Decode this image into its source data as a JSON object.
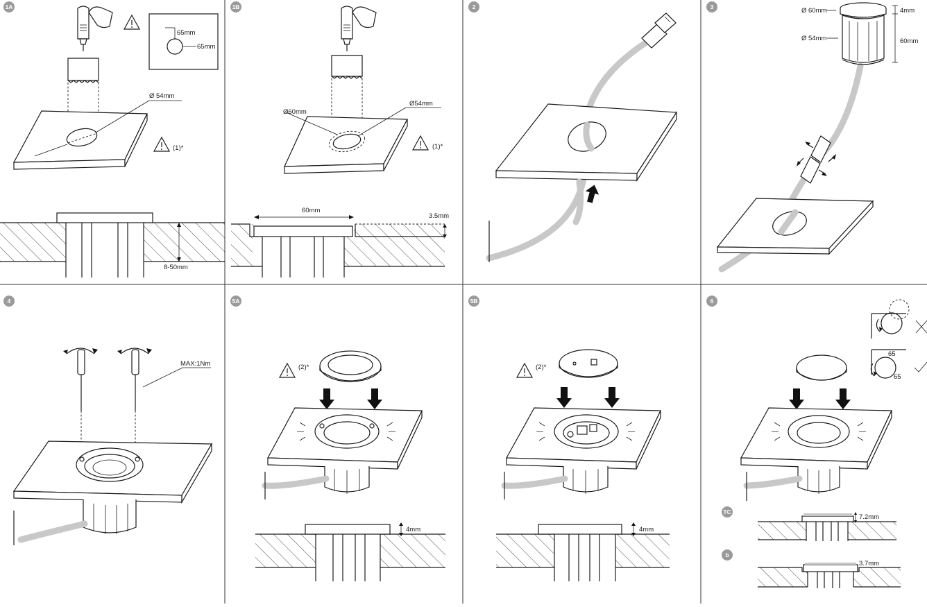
{
  "steps": {
    "s1a": "1A",
    "s1b": "1B",
    "s2": "2",
    "s3": "3",
    "s4": "4",
    "s5a": "5A",
    "s5b": "5B",
    "s6": "6",
    "sub_a": "TC",
    "sub_b": "b"
  },
  "labels": {
    "p1a_box_v": "65mm",
    "p1a_box_h": "65mm",
    "p1a_dia": "Ø 54mm",
    "p1a_warn": "(1)*",
    "p1a_depth": "8-50mm",
    "p1b_dia60": "Ø60mm",
    "p1b_dia54": "Ø54mm",
    "p1b_warn": "(1)*",
    "p1b_width": "60mm",
    "p1b_depth": "3.5mm",
    "p3_dia60": "Ø 60mm",
    "p3_dia54": "Ø 54mm",
    "p3_h4": "4mm",
    "p3_h60": "60mm",
    "p4_torque": "MAX:1Nm",
    "p5a_warn": "(2)*",
    "p5a_h": "4mm",
    "p5b_warn": "(2)*",
    "p5b_h": "4mm",
    "p6_65a": "65",
    "p6_65b": "65",
    "p6_a_h": "7.2mm",
    "p6_b_h": "3.7mm"
  }
}
